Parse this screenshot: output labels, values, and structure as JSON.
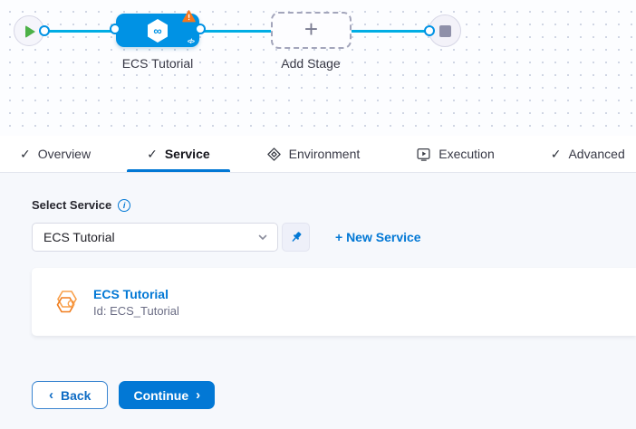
{
  "pipeline": {
    "stage_name": "ECS Tutorial",
    "add_stage_label": "Add Stage"
  },
  "tabs": [
    {
      "label": "Overview",
      "icon": "check"
    },
    {
      "label": "Service",
      "icon": "check",
      "active": true
    },
    {
      "label": "Environment",
      "icon": "environment"
    },
    {
      "label": "Execution",
      "icon": "execution"
    },
    {
      "label": "Advanced",
      "icon": "check"
    }
  ],
  "service_form": {
    "label": "Select Service",
    "selected_value": "ECS Tutorial",
    "new_service_label": "+ New Service",
    "card": {
      "title": "ECS Tutorial",
      "id": "Id: ECS_Tutorial"
    }
  },
  "footer": {
    "back_label": "Back",
    "continue_label": "Continue"
  },
  "icons": {
    "check": "✓",
    "plus": "+",
    "info": "i",
    "infinity": "∞",
    "code": "</>",
    "chevron_left": "‹",
    "chevron_right": "›"
  },
  "colors": {
    "accent_blue": "#0278d5",
    "node_blue": "#0092e4",
    "connector_line": "#00ade4",
    "warning_orange": "#ff832b",
    "start_green": "#4cb147",
    "service_icon_orange": "#ff9435"
  }
}
